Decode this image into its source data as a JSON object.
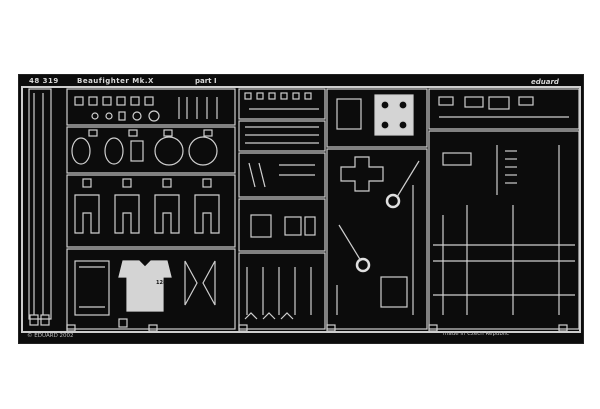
{
  "fret": {
    "code": "48 319",
    "name": "Beaufighter Mk.X",
    "part": "part I",
    "brand": "eduard",
    "copyright": "© EDUARD 2002",
    "made_in": "made in Czech Republic",
    "part_number": "128"
  },
  "colors": {
    "background": "#ffffff",
    "fret": "#0c0c0c",
    "etch": "#d4d4d4"
  }
}
